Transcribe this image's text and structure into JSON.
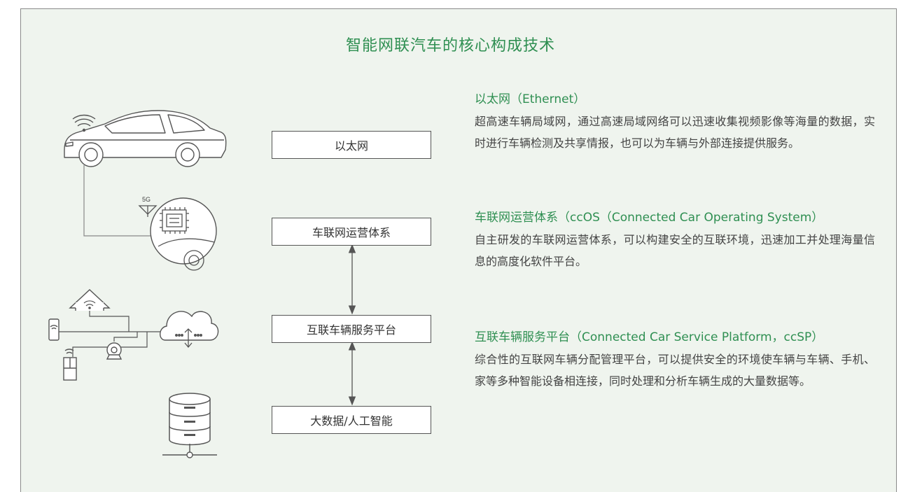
{
  "title": "智能网联汽车的核心构成技术",
  "layers": [
    "以太网",
    "车联网运营体系",
    "互联车辆服务平台",
    "大数据/人工智能"
  ],
  "chip_label": "5G",
  "descriptions": [
    {
      "heading": "以太网（Ethernet）",
      "body": "超高速车辆局域网，通过高速局域网络可以迅速收集视频影像等海量的数据，实时进行车辆检测及共享情报，也可以为车辆与外部连接提供服务。"
    },
    {
      "heading": "车联网运营体系（ccOS（Connected Car Operating System）",
      "body": "自主研发的车联网运营体系，可以构建安全的互联环境，迅速加工并处理海量信息的高度化软件平台。"
    },
    {
      "heading": "互联车辆服务平台（Connected Car Service Platform，ccSP）",
      "body": "综合性的互联网车辆分配管理平台，可以提供安全的环境使车辆与车辆、手机、家等多种智能设备相连接，同时处理和分析车辆生成的大量数据等。"
    }
  ],
  "colors": {
    "accent": "#2f8f52",
    "panel": "#eff4ee",
    "line": "#555555"
  }
}
